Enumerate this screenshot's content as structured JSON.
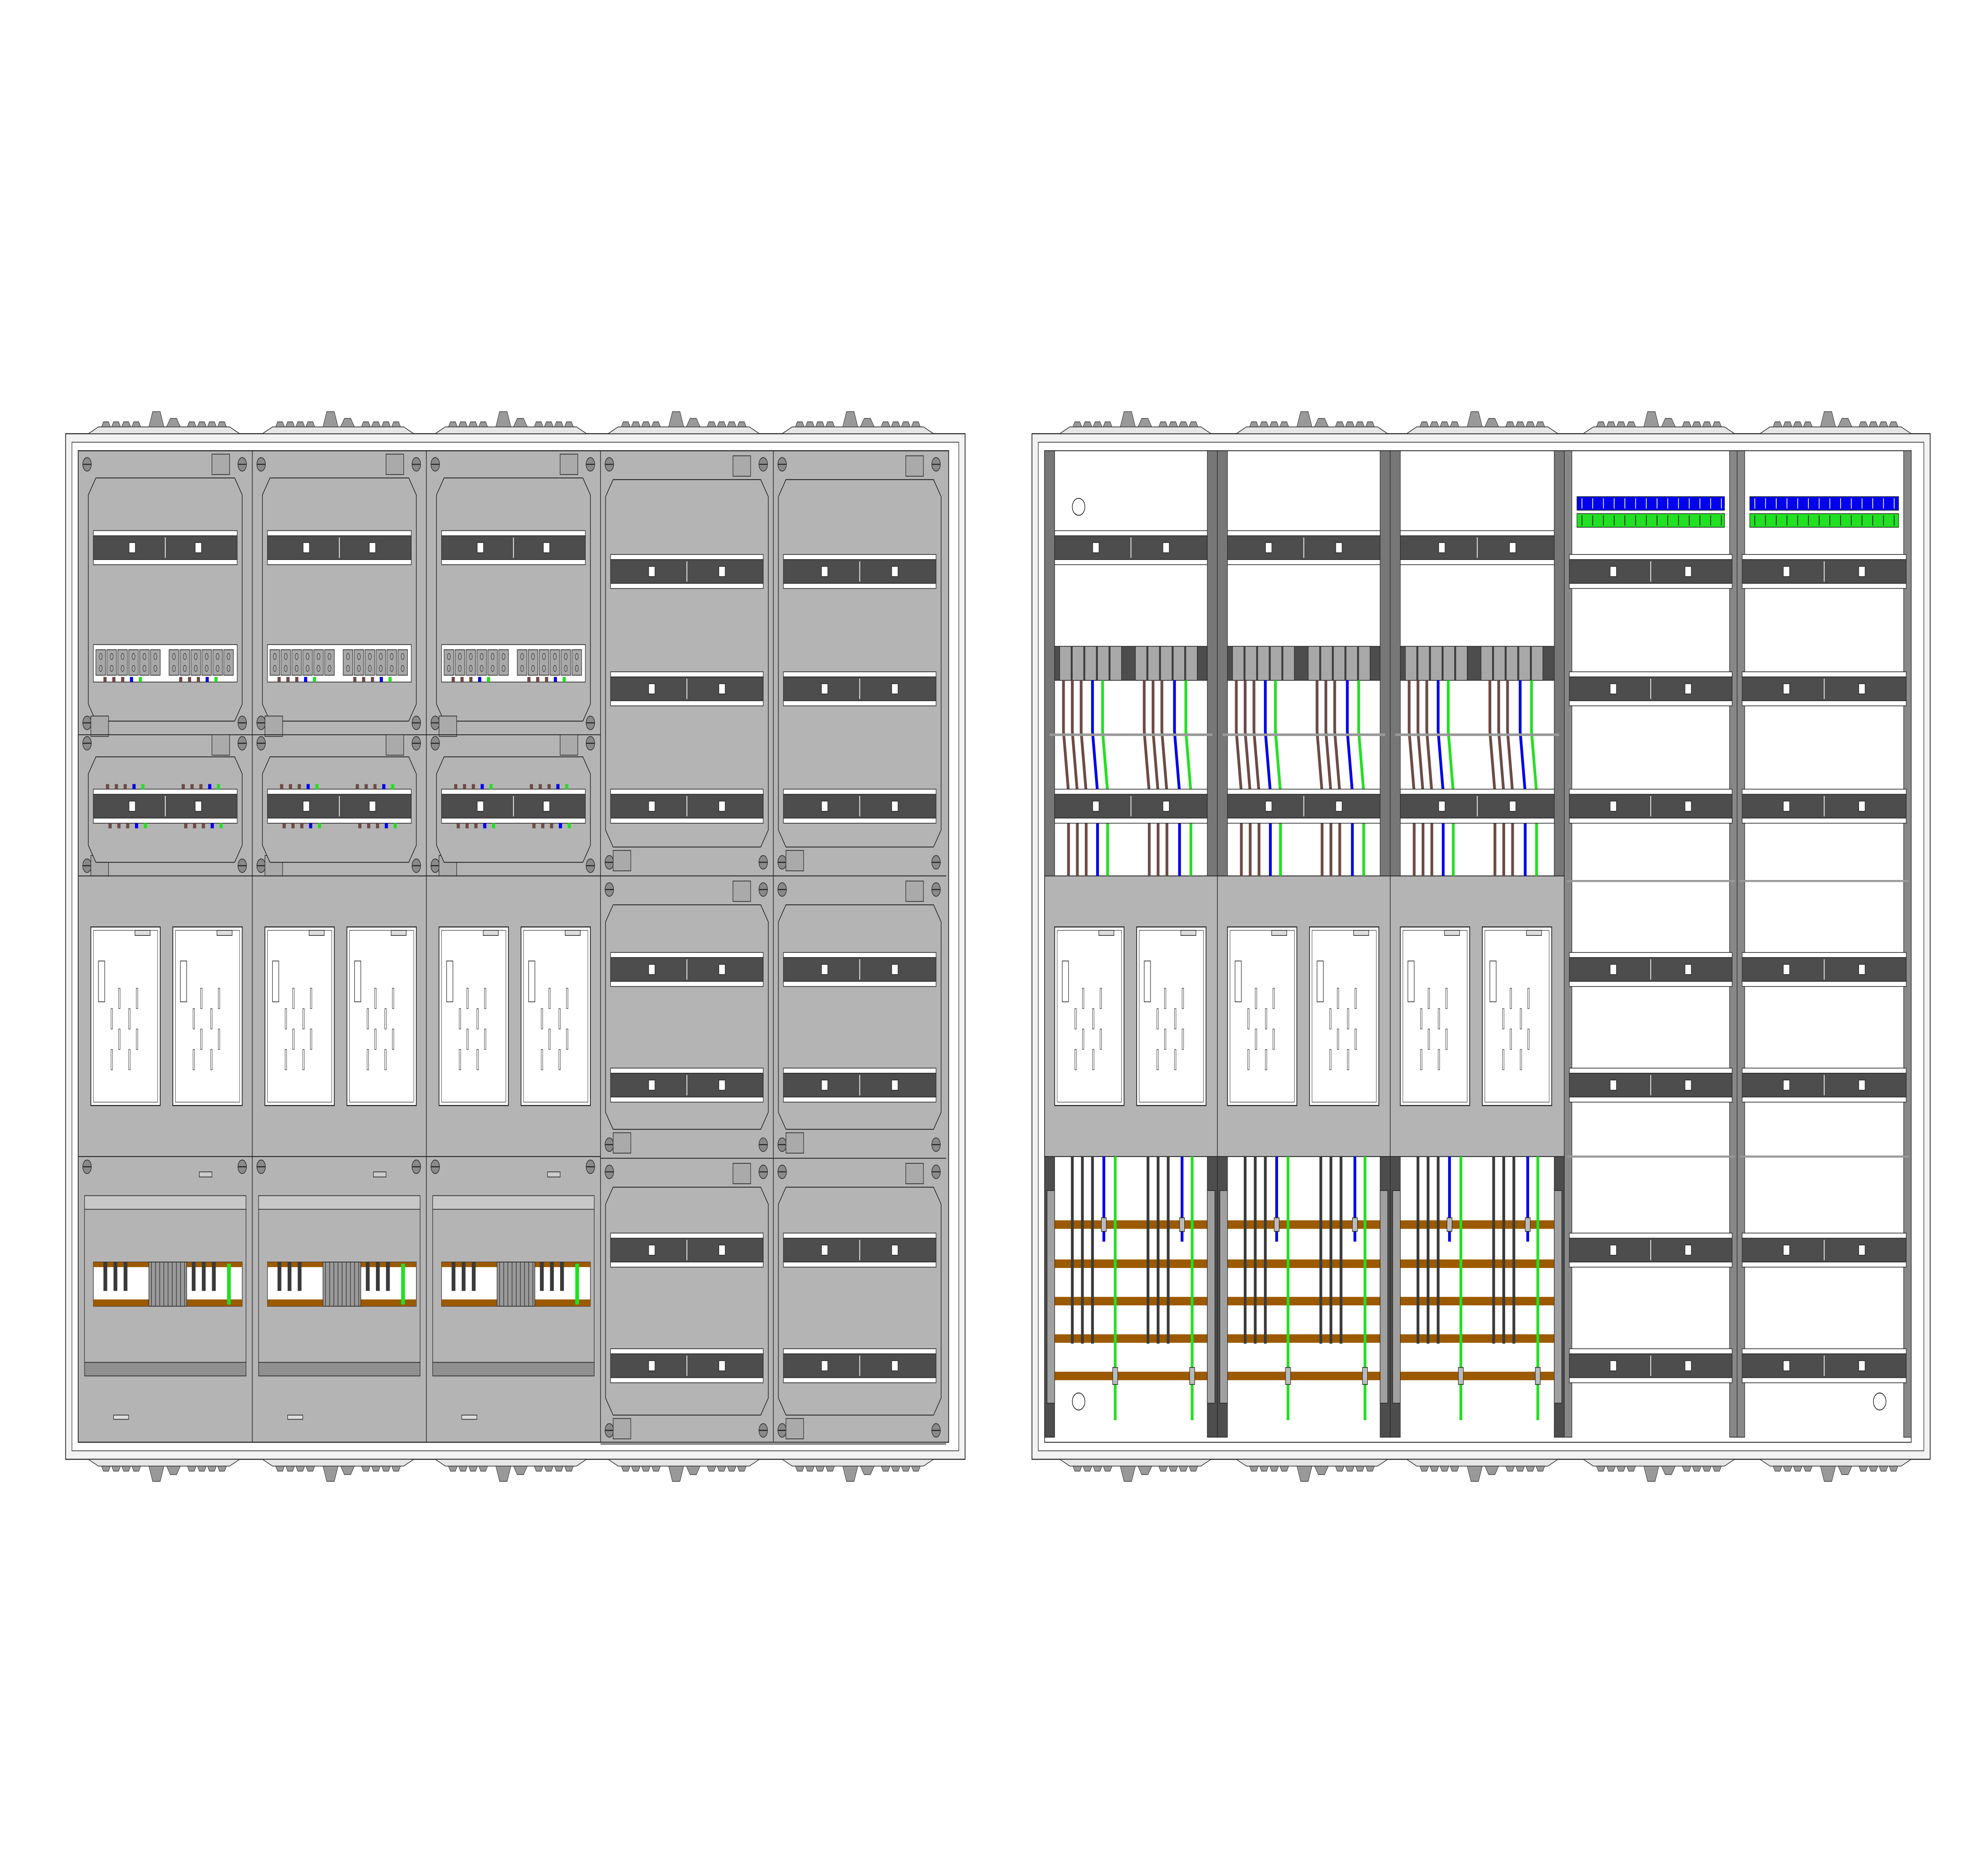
{
  "drawing": {
    "cabinets": [
      {
        "view": "closed-covers",
        "columns": 5,
        "meter_columns": 3,
        "distribution_columns": 2,
        "meters_per_column": 2
      },
      {
        "view": "open-interior",
        "columns": 5,
        "meter_columns": 3,
        "distribution_columns": 2,
        "meters_per_column": 2
      }
    ]
  },
  "colors": {
    "background": "#ffffff",
    "frame": "#f2f2f2",
    "cover_grey": "#b4b4b4",
    "din_rail": "#4d4d4d",
    "outline": "#222222",
    "wire_brown": "#6e4a45",
    "wire_blue": "#0000ee",
    "wire_green": "#22e022",
    "wire_black": "#3a3a3a",
    "busbar_copper": "#9c5a00",
    "terminal_grey": "#a8a8a8",
    "screw_grey": "#8a8a8a"
  }
}
